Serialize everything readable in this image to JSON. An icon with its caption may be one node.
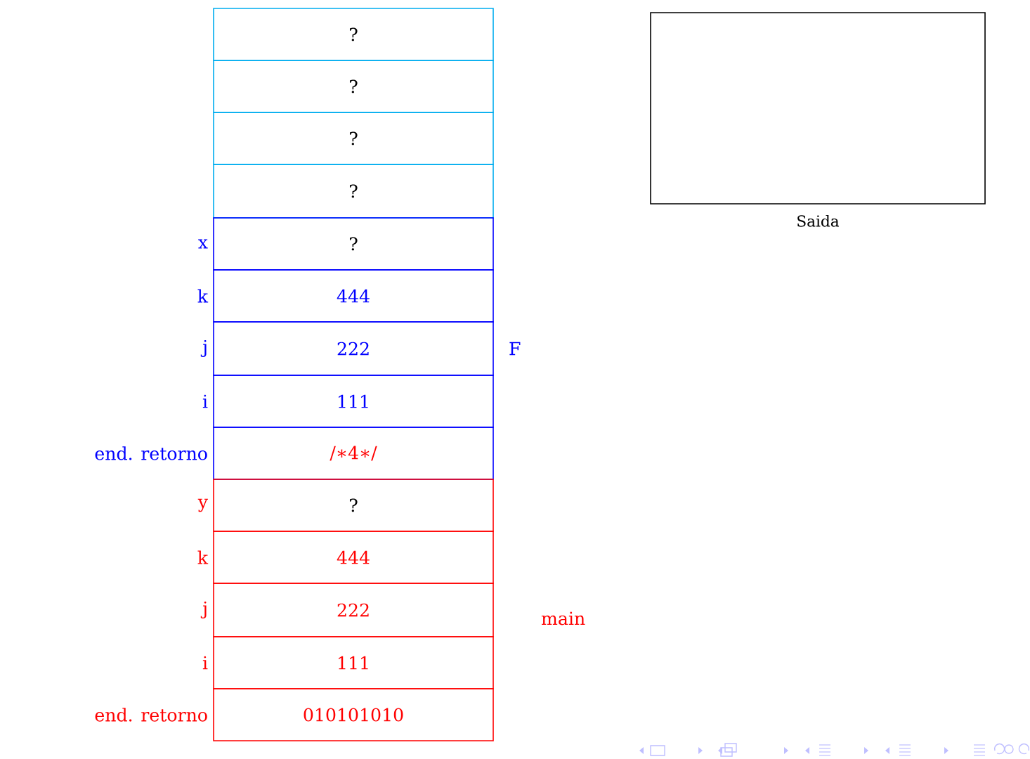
{
  "diagram": {
    "nodes": [
      {
        "text": [
          "?"
        ]
      },
      {
        "text": [
          "?"
        ]
      },
      {
        "text": [
          "?"
        ]
      },
      {
        "text": [
          "?"
        ]
      },
      {
        "text": [
          "?"
        ],
        "beside": [
          "x"
        ]
      },
      {
        "text": [
          "444"
        ],
        "beside": [
          "k"
        ]
      },
      {
        "text": [
          "222"
        ],
        "beside": [
          "j"
        ]
      },
      {
        "text": [
          "111"
        ],
        "beside": [
          "i"
        ]
      },
      {
        "text": [
          "/∗4∗/"
        ],
        "beside": [
          "end. retorno"
        ]
      },
      {
        "text": [
          "?"
        ],
        "beside": [
          "y"
        ]
      },
      {
        "text": [
          "444"
        ],
        "beside": [
          "k"
        ]
      },
      {
        "text": [
          "222"
        ],
        "beside": [
          "j"
        ]
      },
      {
        "text": [
          "111"
        ],
        "beside": [
          "i"
        ]
      },
      {
        "text": [
          "010101010"
        ],
        "beside": [
          "end. retorno"
        ]
      },
      {
        "text": [],
        "shape": "box",
        "beside": [
          "Saida"
        ]
      }
    ],
    "labels": [
      "F",
      "main"
    ]
  }
}
